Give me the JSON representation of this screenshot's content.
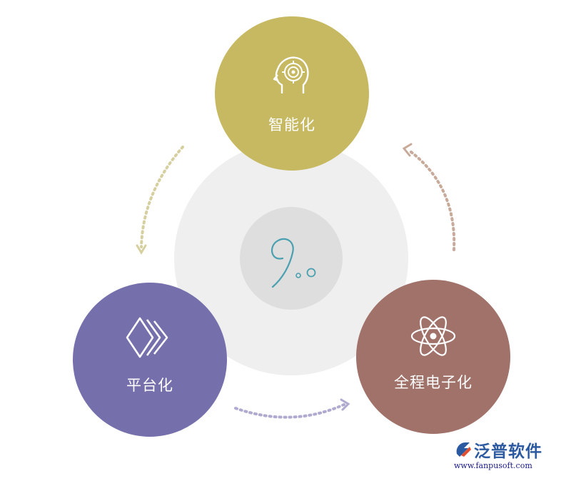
{
  "diagram": {
    "center": {
      "glyph_text": "9.0"
    },
    "nodes": [
      {
        "id": "smart",
        "label": "智能化",
        "icon": "head-brain-icon",
        "color": "#c6b962"
      },
      {
        "id": "platform",
        "label": "平台化",
        "icon": "layers-diamond-icon",
        "color": "#7570ac"
      },
      {
        "id": "electronic",
        "label": "全程电子化",
        "icon": "atom-icon",
        "color": "#a0726a"
      }
    ],
    "colors": {
      "ring": "#eeefee",
      "center_disc": "#dddedd",
      "center_glyph": "#4aa0b0",
      "arrow_left": "#d6d0a0",
      "arrow_bottom": "#b0aad0",
      "arrow_right": "#c8aa9a"
    }
  },
  "watermark": {
    "brand_name": "泛普软件",
    "url": "www.fanpusoft.com",
    "color": "#2c5aa0"
  }
}
